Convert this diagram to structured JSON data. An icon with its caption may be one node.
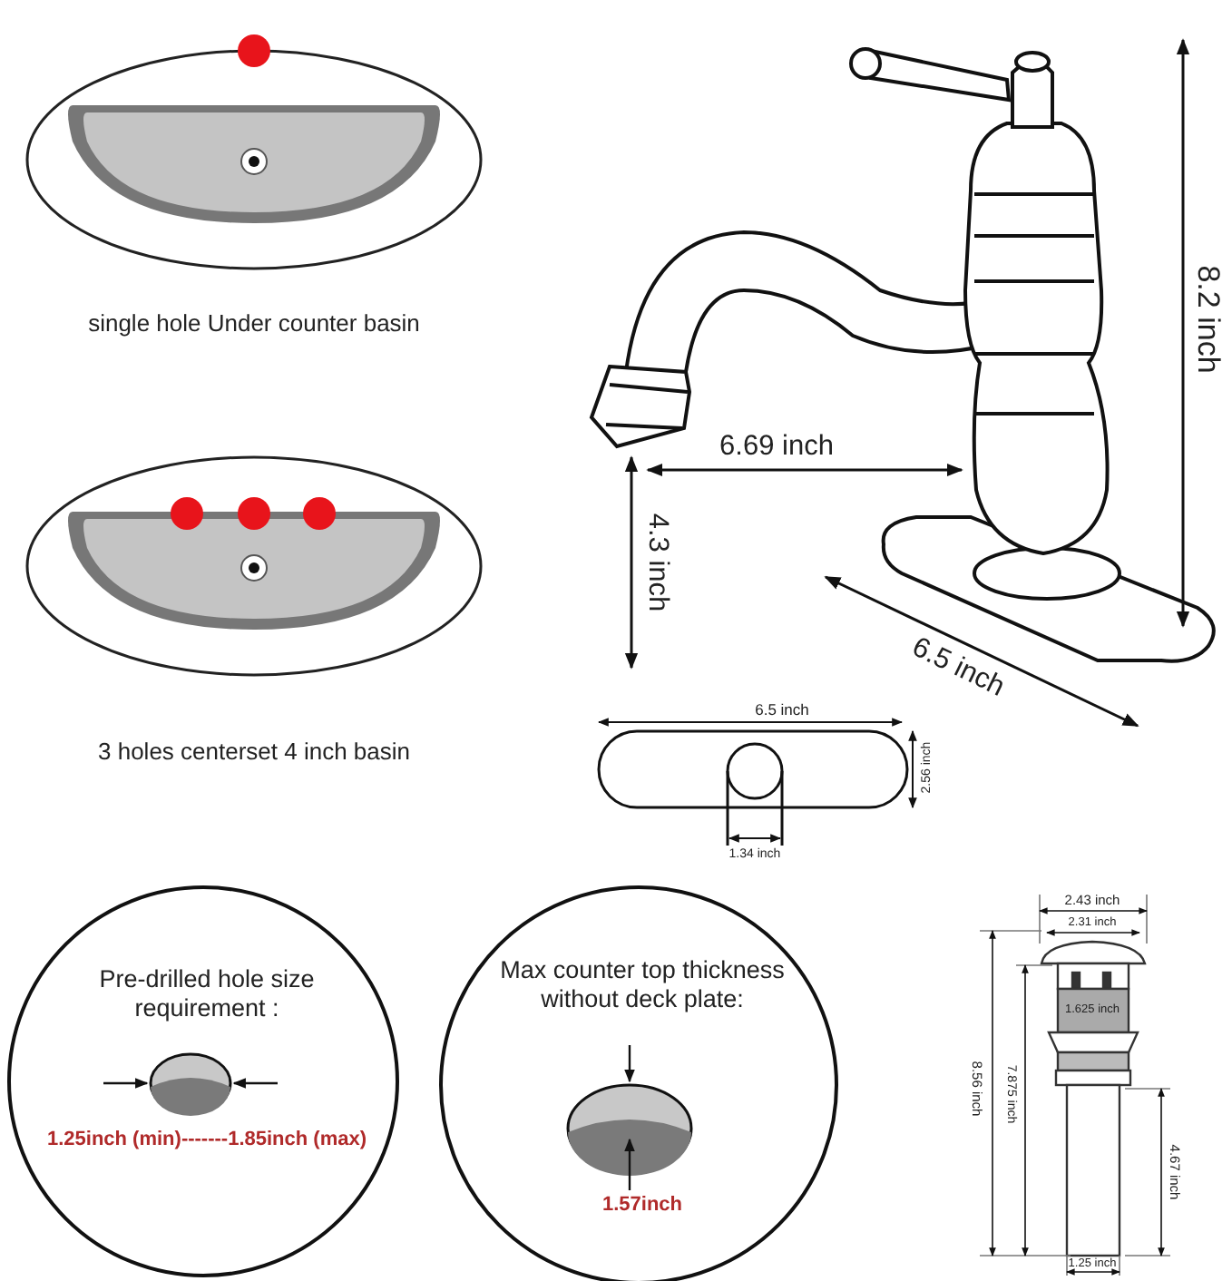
{
  "diagram": {
    "nodes": [
      {
        "text": [
          "Pre-drilled hole size requirement :",
          "1.25inch (min)-------1.85inch (max)"
        ]
      },
      {
        "text": [
          "Max counter top thickness without deck plate:",
          "1.57inch"
        ]
      }
    ],
    "labels": [
      "single hole Under counter basin",
      "8.2 inch",
      "6.69 inch",
      "4.3 inch",
      "6.5 inch",
      "3 holes centerset 4 inch basin",
      "6.5 inch",
      "2.56 inch",
      "1.34 inch",
      "2.43 inch",
      "2.31 inch",
      "1.625 inch",
      "8.56 inch",
      "7.875 inch",
      "4.67 inch",
      "1.25 inch"
    ]
  }
}
